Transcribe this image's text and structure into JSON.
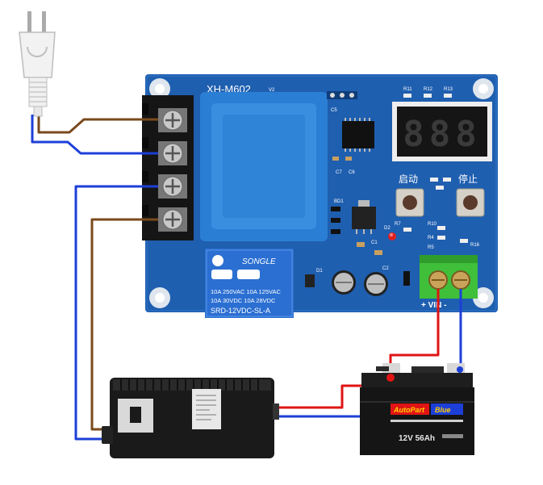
{
  "board": {
    "model": "XH-M602",
    "version": "V2",
    "btn_start": "启动",
    "btn_stop": "停止",
    "display_digits": "888",
    "terminal_label": "+ VIN -",
    "component_labels": {
      "r11": "R11",
      "r12": "R12",
      "r13": "R13",
      "c5": "C5",
      "c6": "C6",
      "c7": "C7",
      "d1": "D1",
      "c1": "C1",
      "c2": "C2",
      "d2": "D2",
      "r7": "R7",
      "r10": "R10",
      "r4": "R4",
      "r5": "R5",
      "r16": "R16",
      "bd1": "BD1"
    }
  },
  "relay": {
    "brand": "SONGLE",
    "line1": "10A 250VAC  10A 125VAC",
    "line2": "10A  30VDC  10A  28VDC",
    "model": "SRD-12VDC-SL-A"
  },
  "battery": {
    "brand_left": "AutoPart",
    "brand_right": "Blue",
    "spec": "12V 56Ah"
  },
  "colors": {
    "pcb": "#1f5fb0",
    "wire_live": "#7a4a1c",
    "wire_neutral": "#1d3fd8",
    "wire_positive": "#e01414",
    "terminal_green": "#3fbf3a"
  },
  "icons": [
    "power-plug-icon",
    "ac-charger-icon",
    "car-battery-icon"
  ]
}
